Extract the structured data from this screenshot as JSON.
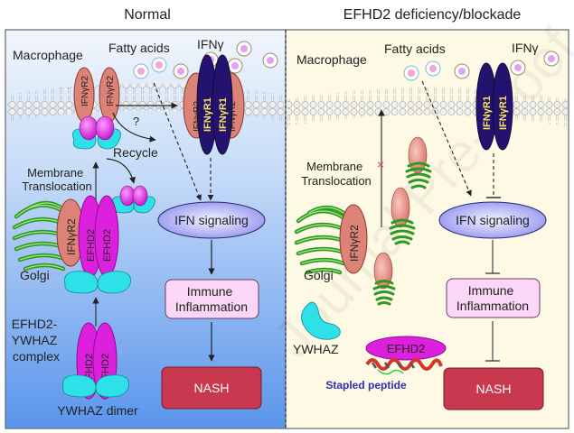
{
  "panels": {
    "left": {
      "title": "Normal",
      "cell_label": "Macrophage",
      "fatty_acids_label": "Fatty acids",
      "ifng_label": "IFNγ",
      "question_mark": "?",
      "recycle_label": "Recycle",
      "membrane_translocation_label": [
        "Membrane",
        "Translocation"
      ],
      "golgi_label": "Golgi",
      "complex_label": [
        "EFHD2-",
        "YWHAZ",
        "complex"
      ],
      "dimer_label": "YWHAZ dimer",
      "receptor_r2_label": "IFNγR2",
      "receptor_r1_label": "IFNγR1",
      "efhd2_label": "EFHD2",
      "pathway": {
        "signaling": "IFN signaling",
        "inflammation": [
          "Immune",
          "Inflammation"
        ],
        "disease": "NASH"
      },
      "arrow_type": "activation"
    },
    "right": {
      "title": "EFHD2 deficiency/blockade",
      "cell_label": "Macrophage",
      "fatty_acids_label": "Fatty acids",
      "ifng_label": "IFNγ",
      "membrane_translocation_label": [
        "Membrane",
        "Translocation"
      ],
      "blocked_marker": "×",
      "golgi_label": "Golgi",
      "ywhaz_label": "YWHAZ",
      "efhd2_label": "EFHD2",
      "peptide_label": "Stapled peptide",
      "receptor_r2_label": "IFNγR2",
      "receptor_r1_label": "IFNγR1",
      "pathway": {
        "signaling": "IFN signaling",
        "inflammation": [
          "Immune",
          "Inflammation"
        ],
        "disease": "NASH"
      },
      "arrow_type": "inhibition"
    }
  },
  "watermark": "Journal Pre-proof",
  "colors": {
    "left_bg_top": "#eef4fc",
    "left_bg_bottom": "#5a95ec",
    "right_bg": "#fdf9e4",
    "receptor_r2": "#e0857a",
    "receptor_r1": "#24136e",
    "r1_text": "#f5e35a",
    "efhd2": "#dd20dd",
    "ywhaz": "#2ee0e8",
    "golgi": "#2f9a22",
    "signaling": "#9c9cf2",
    "inflammation": "#fcd6f6",
    "nash": "#c8384e",
    "peptide_text": "#2a30b8",
    "blocked_x": "#e04040"
  }
}
